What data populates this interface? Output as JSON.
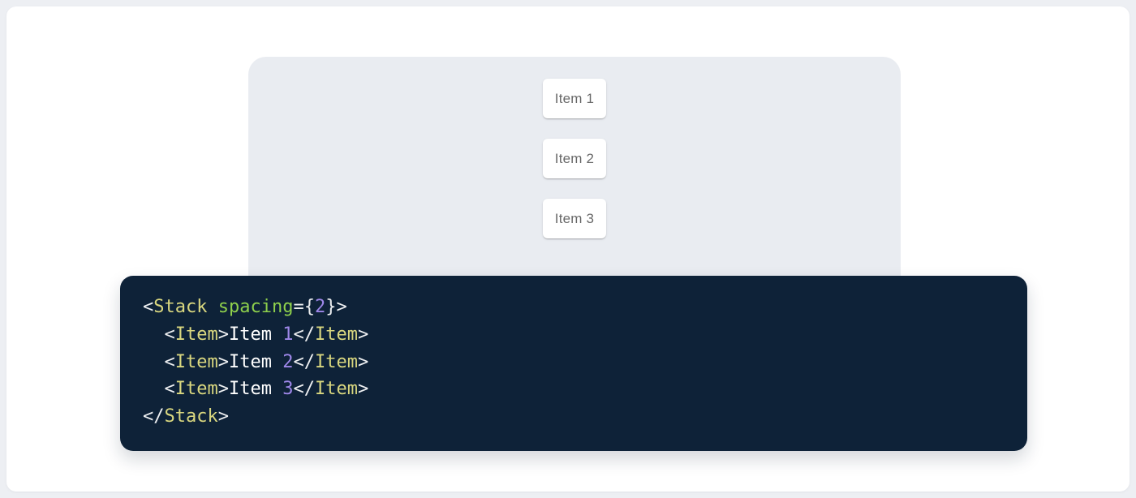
{
  "page": {
    "background_color": "#edeff3",
    "card_background_color": "#ffffff"
  },
  "demo": {
    "panel_background_color": "#e9ecf1",
    "item_background_color": "#ffffff",
    "item_text_color": "rgba(0,0,0,0.6)",
    "items": [
      {
        "label": "Item 1"
      },
      {
        "label": "Item 2"
      },
      {
        "label": "Item 3"
      }
    ]
  },
  "code_block": {
    "language": "jsx",
    "background_color": "#0e2238",
    "token_colors": {
      "text": "#ffffff",
      "punct": "#eef0f2",
      "tag": "#d9d77f",
      "attr": "#8ed04c",
      "number": "#9e87e9"
    },
    "plain_text": "<Stack spacing={2}>\n  <Item>Item 1</Item>\n  <Item>Item 2</Item>\n  <Item>Item 3</Item>\n</Stack>",
    "lines": [
      [
        {
          "t": "punct",
          "v": "<"
        },
        {
          "t": "tag",
          "v": "Stack"
        },
        {
          "t": "text",
          "v": " "
        },
        {
          "t": "attr",
          "v": "spacing"
        },
        {
          "t": "punct",
          "v": "={"
        },
        {
          "t": "number",
          "v": "2"
        },
        {
          "t": "punct",
          "v": "}>"
        }
      ],
      [
        {
          "t": "text",
          "v": "  "
        },
        {
          "t": "punct",
          "v": "<"
        },
        {
          "t": "tag",
          "v": "Item"
        },
        {
          "t": "punct",
          "v": ">"
        },
        {
          "t": "text",
          "v": "Item "
        },
        {
          "t": "number",
          "v": "1"
        },
        {
          "t": "punct",
          "v": "</"
        },
        {
          "t": "tag",
          "v": "Item"
        },
        {
          "t": "punct",
          "v": ">"
        }
      ],
      [
        {
          "t": "text",
          "v": "  "
        },
        {
          "t": "punct",
          "v": "<"
        },
        {
          "t": "tag",
          "v": "Item"
        },
        {
          "t": "punct",
          "v": ">"
        },
        {
          "t": "text",
          "v": "Item "
        },
        {
          "t": "number",
          "v": "2"
        },
        {
          "t": "punct",
          "v": "</"
        },
        {
          "t": "tag",
          "v": "Item"
        },
        {
          "t": "punct",
          "v": ">"
        }
      ],
      [
        {
          "t": "text",
          "v": "  "
        },
        {
          "t": "punct",
          "v": "<"
        },
        {
          "t": "tag",
          "v": "Item"
        },
        {
          "t": "punct",
          "v": ">"
        },
        {
          "t": "text",
          "v": "Item "
        },
        {
          "t": "number",
          "v": "3"
        },
        {
          "t": "punct",
          "v": "</"
        },
        {
          "t": "tag",
          "v": "Item"
        },
        {
          "t": "punct",
          "v": ">"
        }
      ],
      [
        {
          "t": "punct",
          "v": "</"
        },
        {
          "t": "tag",
          "v": "Stack"
        },
        {
          "t": "punct",
          "v": ">"
        }
      ]
    ]
  }
}
